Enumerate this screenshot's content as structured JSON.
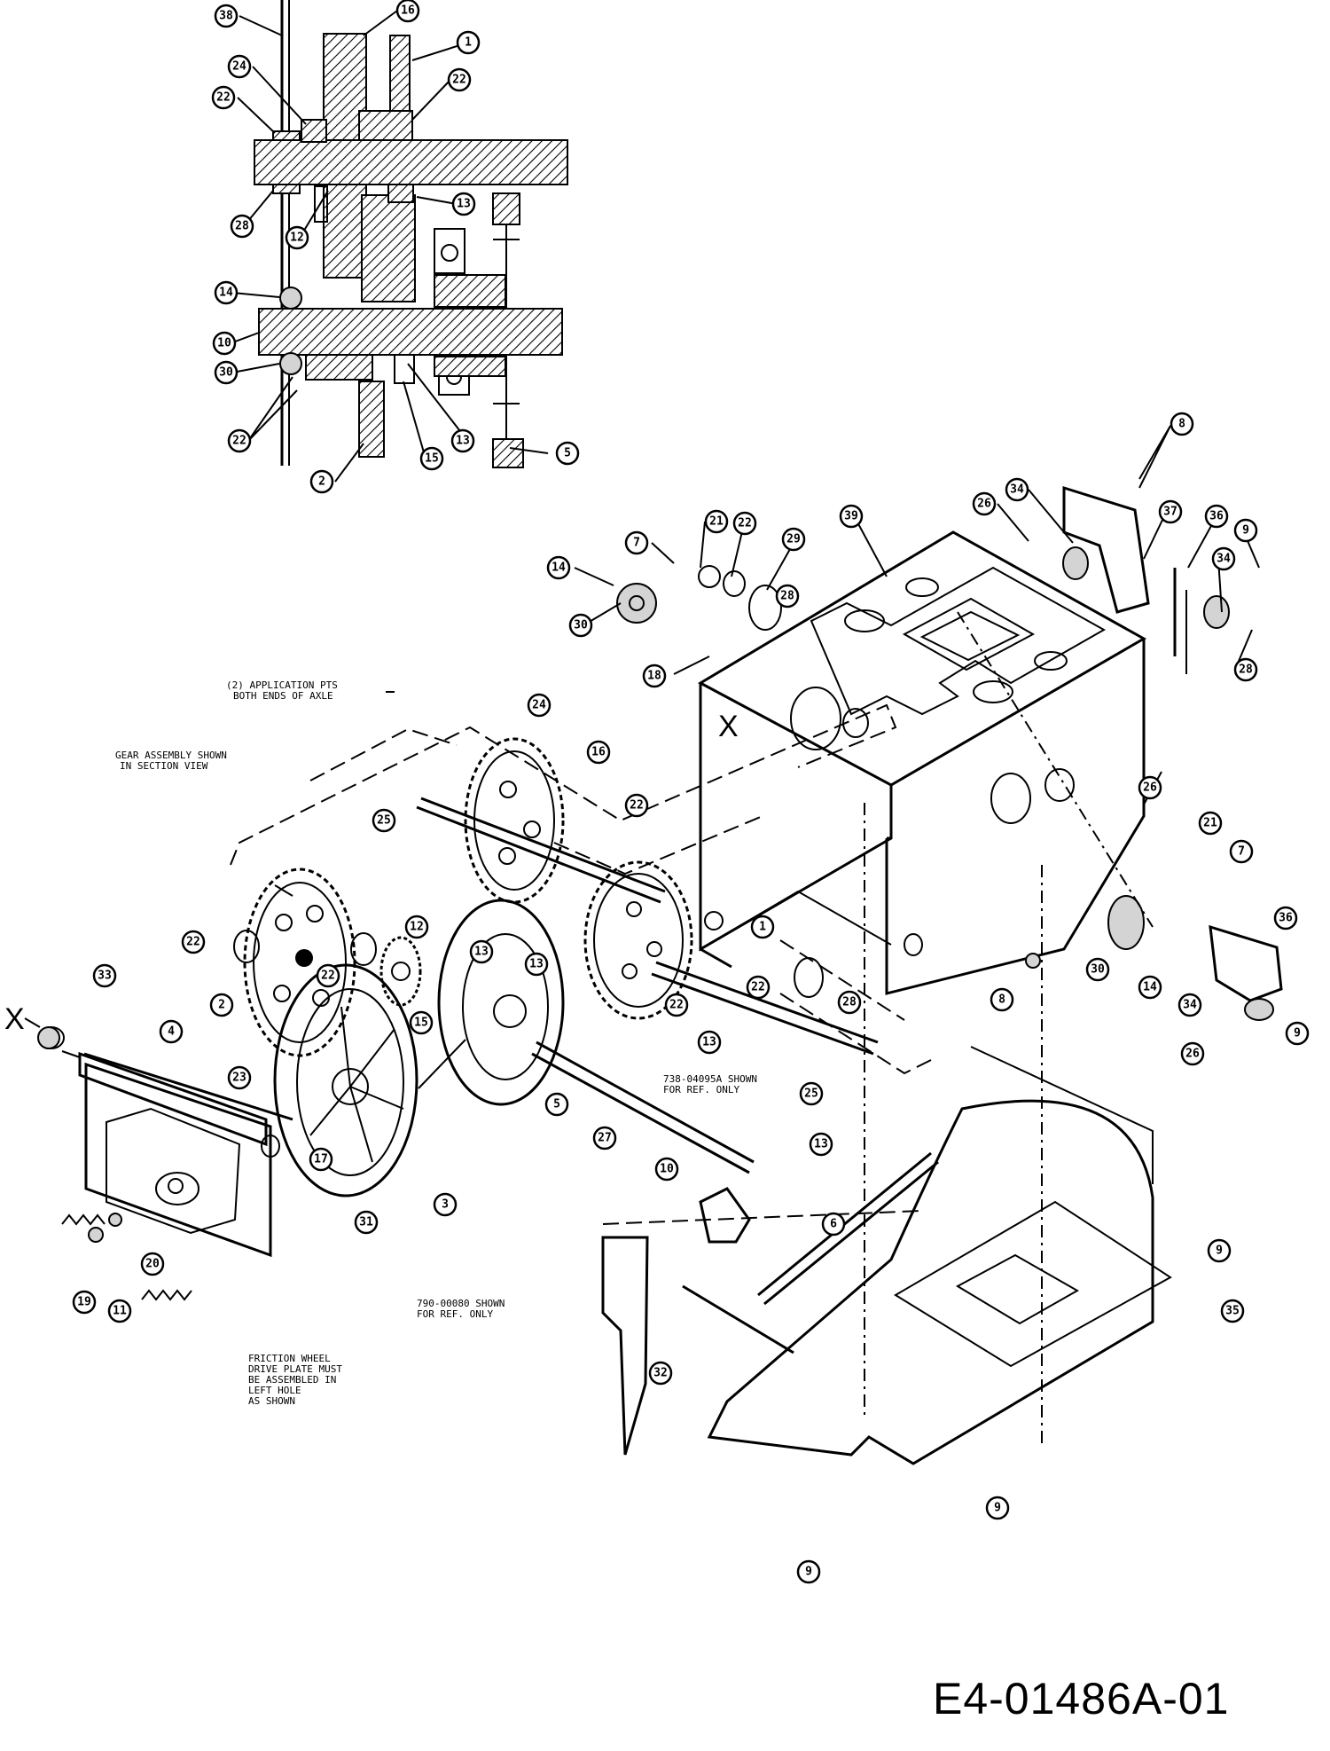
{
  "diagram_code": "E4-01486A-01",
  "section_marker": "X",
  "notes": {
    "application_pts": [
      "(2) APPLICATION PTS",
      "BOTH ENDS OF AXLE"
    ],
    "gear_assembly": [
      "GEAR ASSEMBLY SHOWN",
      "IN SECTION VIEW"
    ],
    "ref_738": [
      "738-04095A SHOWN",
      "FOR REF. ONLY"
    ],
    "ref_790": [
      "790-00080 SHOWN",
      "FOR REF. ONLY"
    ],
    "friction_wheel": [
      "FRICTION WHEEL",
      "DRIVE PLATE MUST",
      "BE ASSEMBLED IN",
      "LEFT HOLE",
      "AS SHOWN"
    ]
  },
  "callouts": {
    "c38a": "38",
    "c16a": "16",
    "c1a": "1",
    "c24a": "24",
    "c22a": "22",
    "c22b": "22",
    "c28a": "28",
    "c12a": "12",
    "c13a": "13",
    "c14a": "14",
    "c10a": "10",
    "c30a": "30",
    "c22c": "22",
    "c2a": "2",
    "c15a": "15",
    "c13b": "13",
    "c5a": "5",
    "c8a": "8",
    "c34a": "34",
    "c26a": "26",
    "c37a": "37",
    "c36a": "36",
    "c9a": "9",
    "c34b": "34",
    "c28b": "28",
    "c21a": "21",
    "c22d": "22",
    "c29a": "29",
    "c7a": "7",
    "c14b": "14",
    "c30b": "30",
    "c18a": "18",
    "c39a": "39",
    "c28c": "28",
    "c24b": "24",
    "c16b": "16",
    "c25a": "25",
    "c22e": "22",
    "c1b": "1",
    "c12b": "12",
    "c13c": "13",
    "c22f": "22",
    "c2b": "2",
    "c22g": "22",
    "c15b": "15",
    "c13d": "13",
    "c22h": "22",
    "c28d": "28",
    "c22i": "22",
    "c13e": "13",
    "c25b": "25",
    "c33a": "33",
    "c4a": "4",
    "c23a": "23",
    "c17a": "17",
    "c31a": "31",
    "c3a": "3",
    "c5b": "5",
    "c27a": "27",
    "c10b": "10",
    "c13f": "13",
    "c6a": "6",
    "c19a": "19",
    "c11a": "11",
    "c20a": "20",
    "c32a": "32",
    "c9b": "9",
    "c35a": "35",
    "c9c": "9",
    "c9d": "9",
    "c26b": "26",
    "c21b": "21",
    "c7b": "7",
    "c30c": "30",
    "c14c": "14",
    "c8b": "8",
    "c36b": "36",
    "c34c": "34",
    "c26c": "26",
    "c9e": "9"
  }
}
